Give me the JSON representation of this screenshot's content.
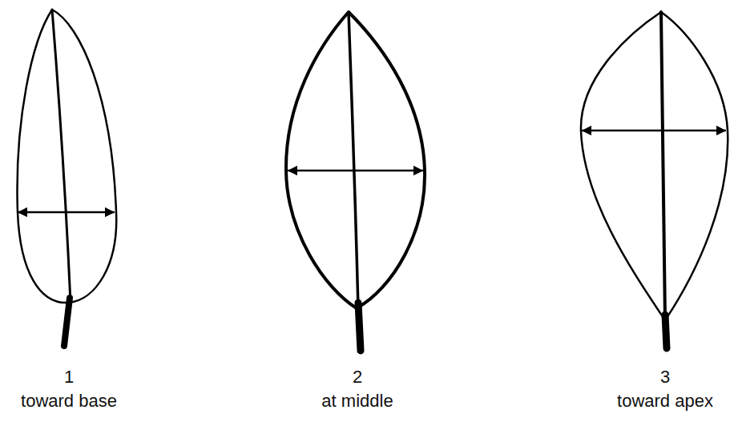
{
  "diagram": {
    "labels": [
      "1",
      "toward base",
      "2",
      "at middle",
      "3",
      "toward apex"
    ]
  }
}
